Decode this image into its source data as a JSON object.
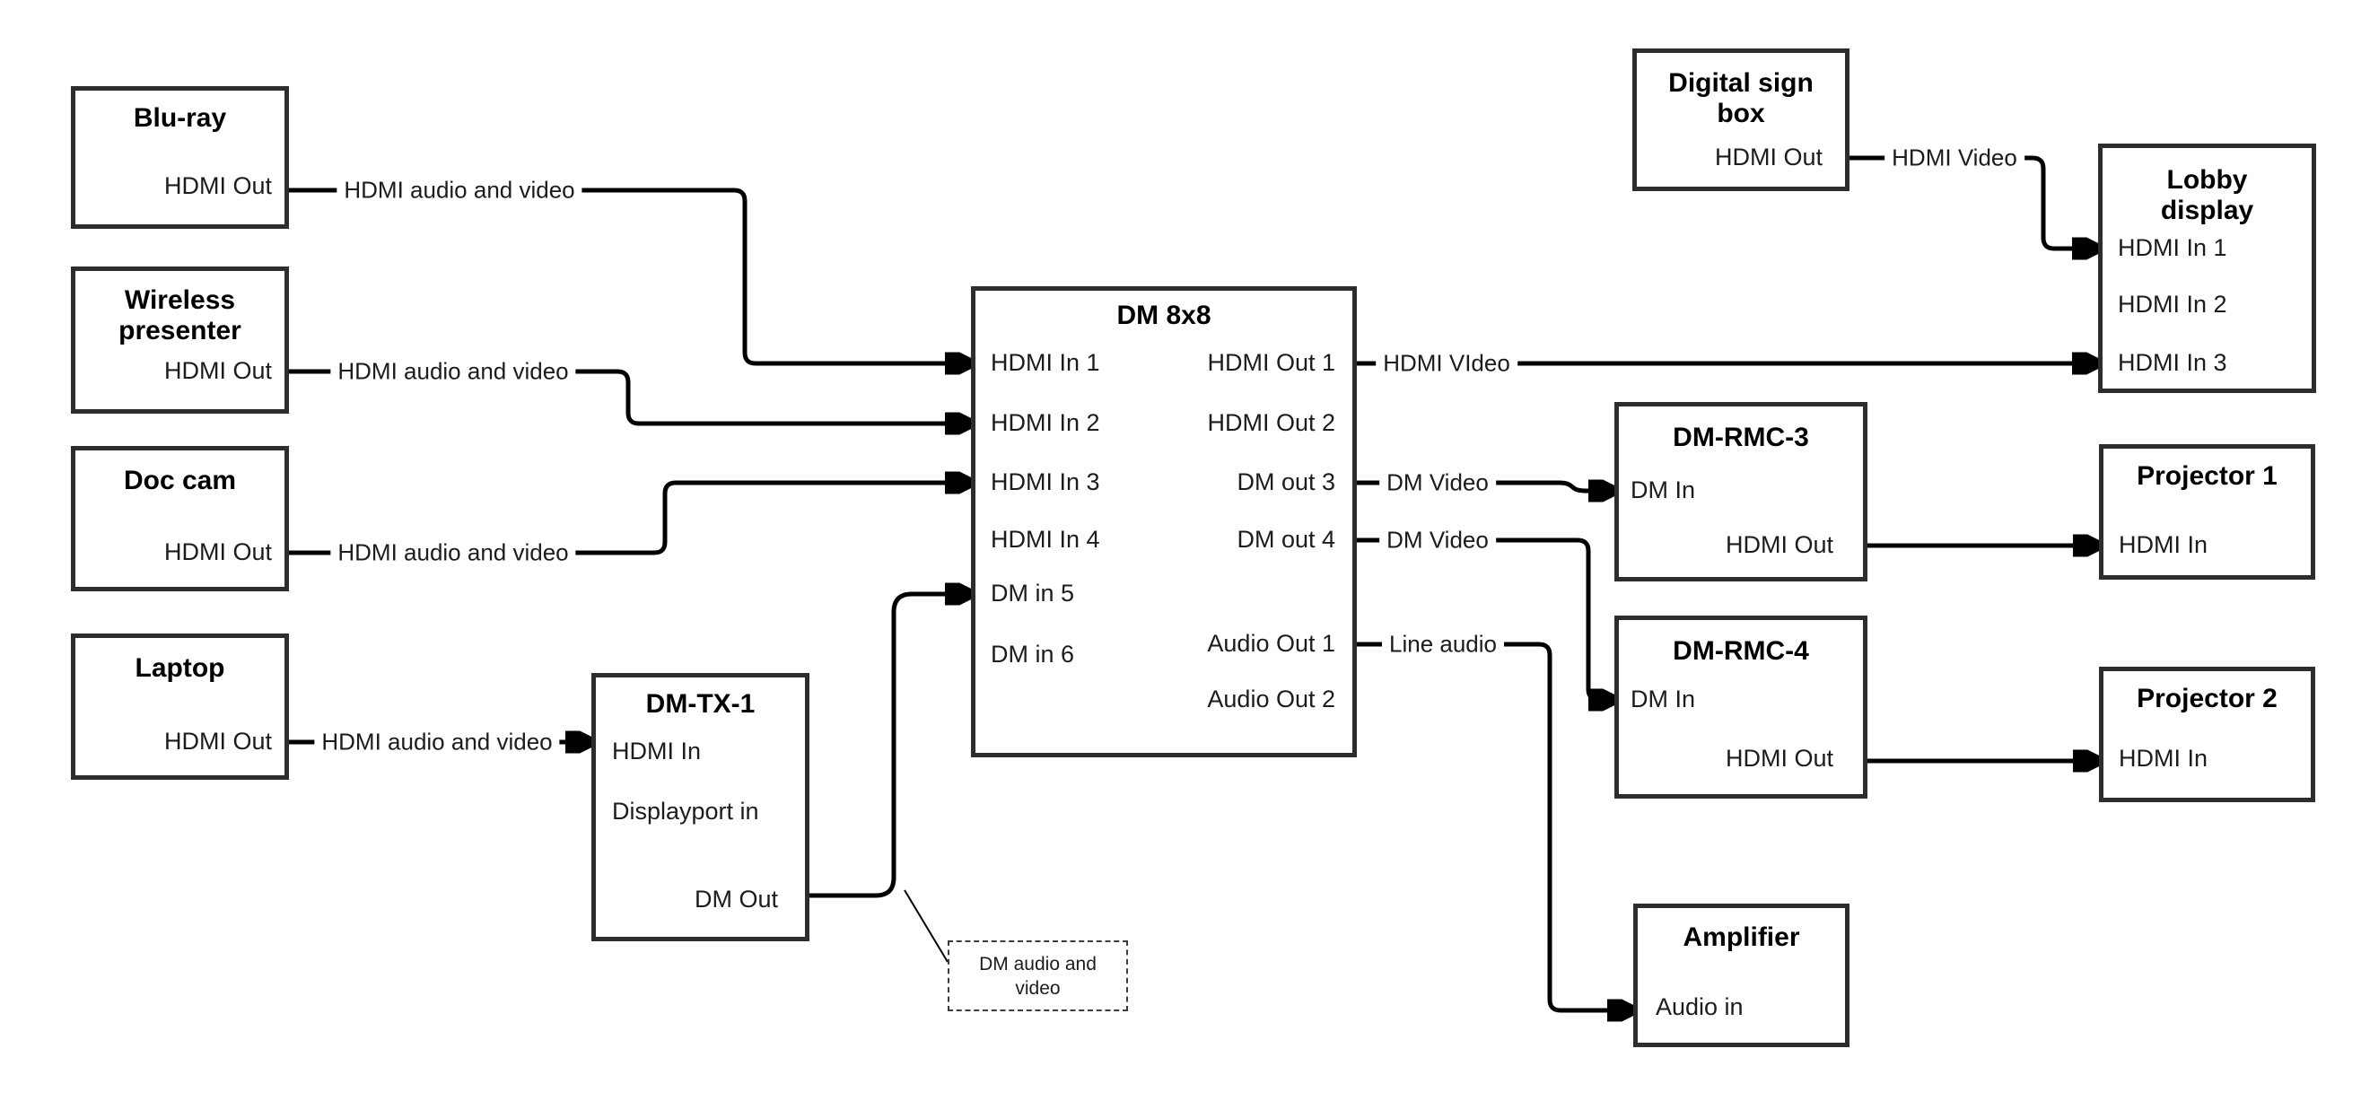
{
  "nodes": {
    "bluray": {
      "title": "Blu-ray",
      "port_hdmi_out": "HDMI Out"
    },
    "wireless_presenter": {
      "title": "Wireless presenter",
      "port_hdmi_out": "HDMI Out"
    },
    "doc_cam": {
      "title": "Doc cam",
      "port_hdmi_out": "HDMI Out"
    },
    "laptop": {
      "title": "Laptop",
      "port_hdmi_out": "HDMI Out"
    },
    "dm_tx_1": {
      "title": "DM-TX-1",
      "port_hdmi_in": "HDMI In",
      "port_displayport_in": "Displayport in",
      "port_dm_out": "DM Out"
    },
    "dm_8x8": {
      "title": "DM 8x8",
      "port_hdmi_in_1": "HDMI In 1",
      "port_hdmi_in_2": "HDMI In 2",
      "port_hdmi_in_3": "HDMI In 3",
      "port_hdmi_in_4": "HDMI In 4",
      "port_dm_in_5": "DM in 5",
      "port_dm_in_6": "DM in 6",
      "port_hdmi_out_1": "HDMI Out 1",
      "port_hdmi_out_2": "HDMI Out 2",
      "port_dm_out_3": "DM out 3",
      "port_dm_out_4": "DM out 4",
      "port_audio_out_1": "Audio Out 1",
      "port_audio_out_2": "Audio Out 2"
    },
    "digital_sign_box": {
      "title": "Digital sign box",
      "port_hdmi_out": "HDMI Out"
    },
    "lobby_display": {
      "title": "Lobby display",
      "port_hdmi_in_1": "HDMI In 1",
      "port_hdmi_in_2": "HDMI In 2",
      "port_hdmi_in_3": "HDMI In 3"
    },
    "dm_rmc_3": {
      "title": "DM-RMC-3",
      "port_dm_in": "DM In",
      "port_hdmi_out": "HDMI Out"
    },
    "projector_1": {
      "title": "Projector 1",
      "port_hdmi_in": "HDMI In"
    },
    "dm_rmc_4": {
      "title": "DM-RMC-4",
      "port_dm_in": "DM In",
      "port_hdmi_out": "HDMI Out"
    },
    "projector_2": {
      "title": "Projector 2",
      "port_hdmi_in": "HDMI In"
    },
    "amplifier": {
      "title": "Amplifier",
      "port_audio_in": "Audio in"
    }
  },
  "wire_labels": {
    "bluray_to_dm8x8": "HDMI audio and video",
    "wireless_to_dm8x8": "HDMI audio and video",
    "doccam_to_dm8x8": "HDMI audio and video",
    "laptop_to_dmtx1": "HDMI audio and video",
    "dmtx1_callout": "DM audio and video",
    "dm8x8_out1": "HDMI VIdeo",
    "sign_to_lobby": "HDMI Video",
    "dm8x8_out3": "DM Video",
    "dm8x8_out4": "DM Video",
    "dm8x8_audio1": "Line audio"
  },
  "colors": {
    "background": "#ffffff",
    "wire": "#000000",
    "box_border": "#2d2d2d",
    "text": "#1c1c1c"
  }
}
